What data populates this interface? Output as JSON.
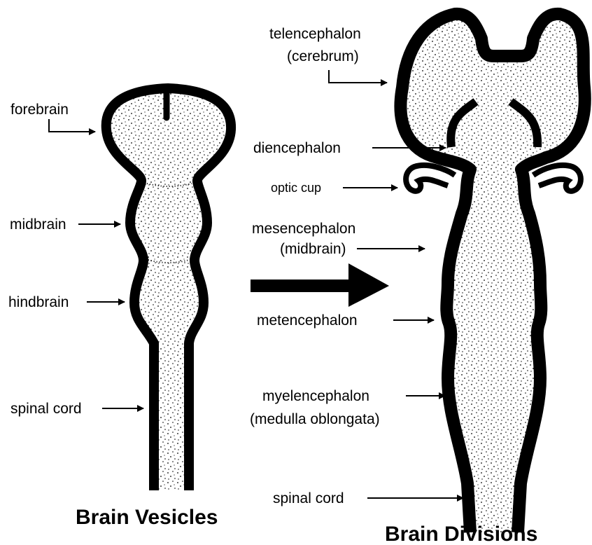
{
  "left": {
    "caption": "Brain Vesicles",
    "labels": {
      "forebrain": "forebrain",
      "midbrain": "midbrain",
      "hindbrain": "hindbrain",
      "spinal_cord": "spinal cord"
    }
  },
  "right": {
    "caption": "Brain Divisions",
    "labels": {
      "telencephalon": "telencephalon",
      "telencephalon_sub": "(cerebrum)",
      "diencephalon": "diencephalon",
      "optic_cup": "optic cup",
      "mesencephalon": "mesencephalon",
      "mesencephalon_sub": "(midbrain)",
      "metencephalon": "metencephalon",
      "myelencephalon": "myelencephalon",
      "myelencephalon_sub": "(medulla oblongata)",
      "spinal_cord": "spinal cord"
    }
  }
}
